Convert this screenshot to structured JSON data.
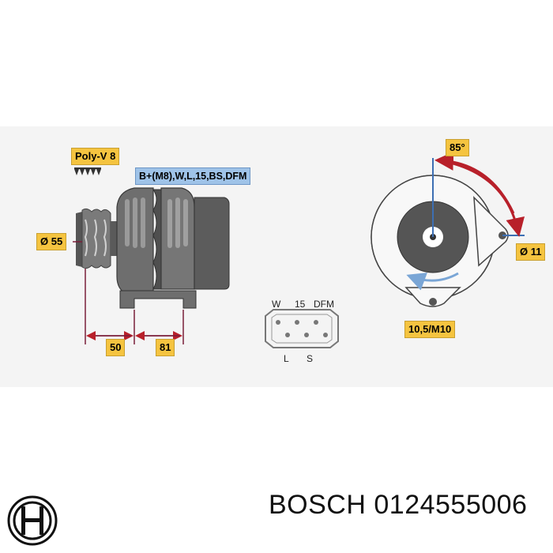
{
  "pulley": {
    "label": "Poly-V 8",
    "diameter": "Ø 55"
  },
  "connector_spec": "B+(M8),W,L,15,BS,DFM",
  "dimensions": {
    "pulley_offset": "50",
    "body_offset": "81"
  },
  "front_view": {
    "angle": "85°",
    "lug_diameter": "Ø 11",
    "mount_hole": "10,5/M10"
  },
  "plug_pins": {
    "top": [
      "W",
      "15",
      "DFM"
    ],
    "bottom": [
      "L",
      "S"
    ]
  },
  "brand": {
    "name": "BOSCH",
    "part_number": "0124555006"
  },
  "colors": {
    "tag_yellow": "#f5c440",
    "tag_blue": "#9fc3e8",
    "body_gray": "#6a6a6a",
    "arrow_red": "#b8202a"
  }
}
